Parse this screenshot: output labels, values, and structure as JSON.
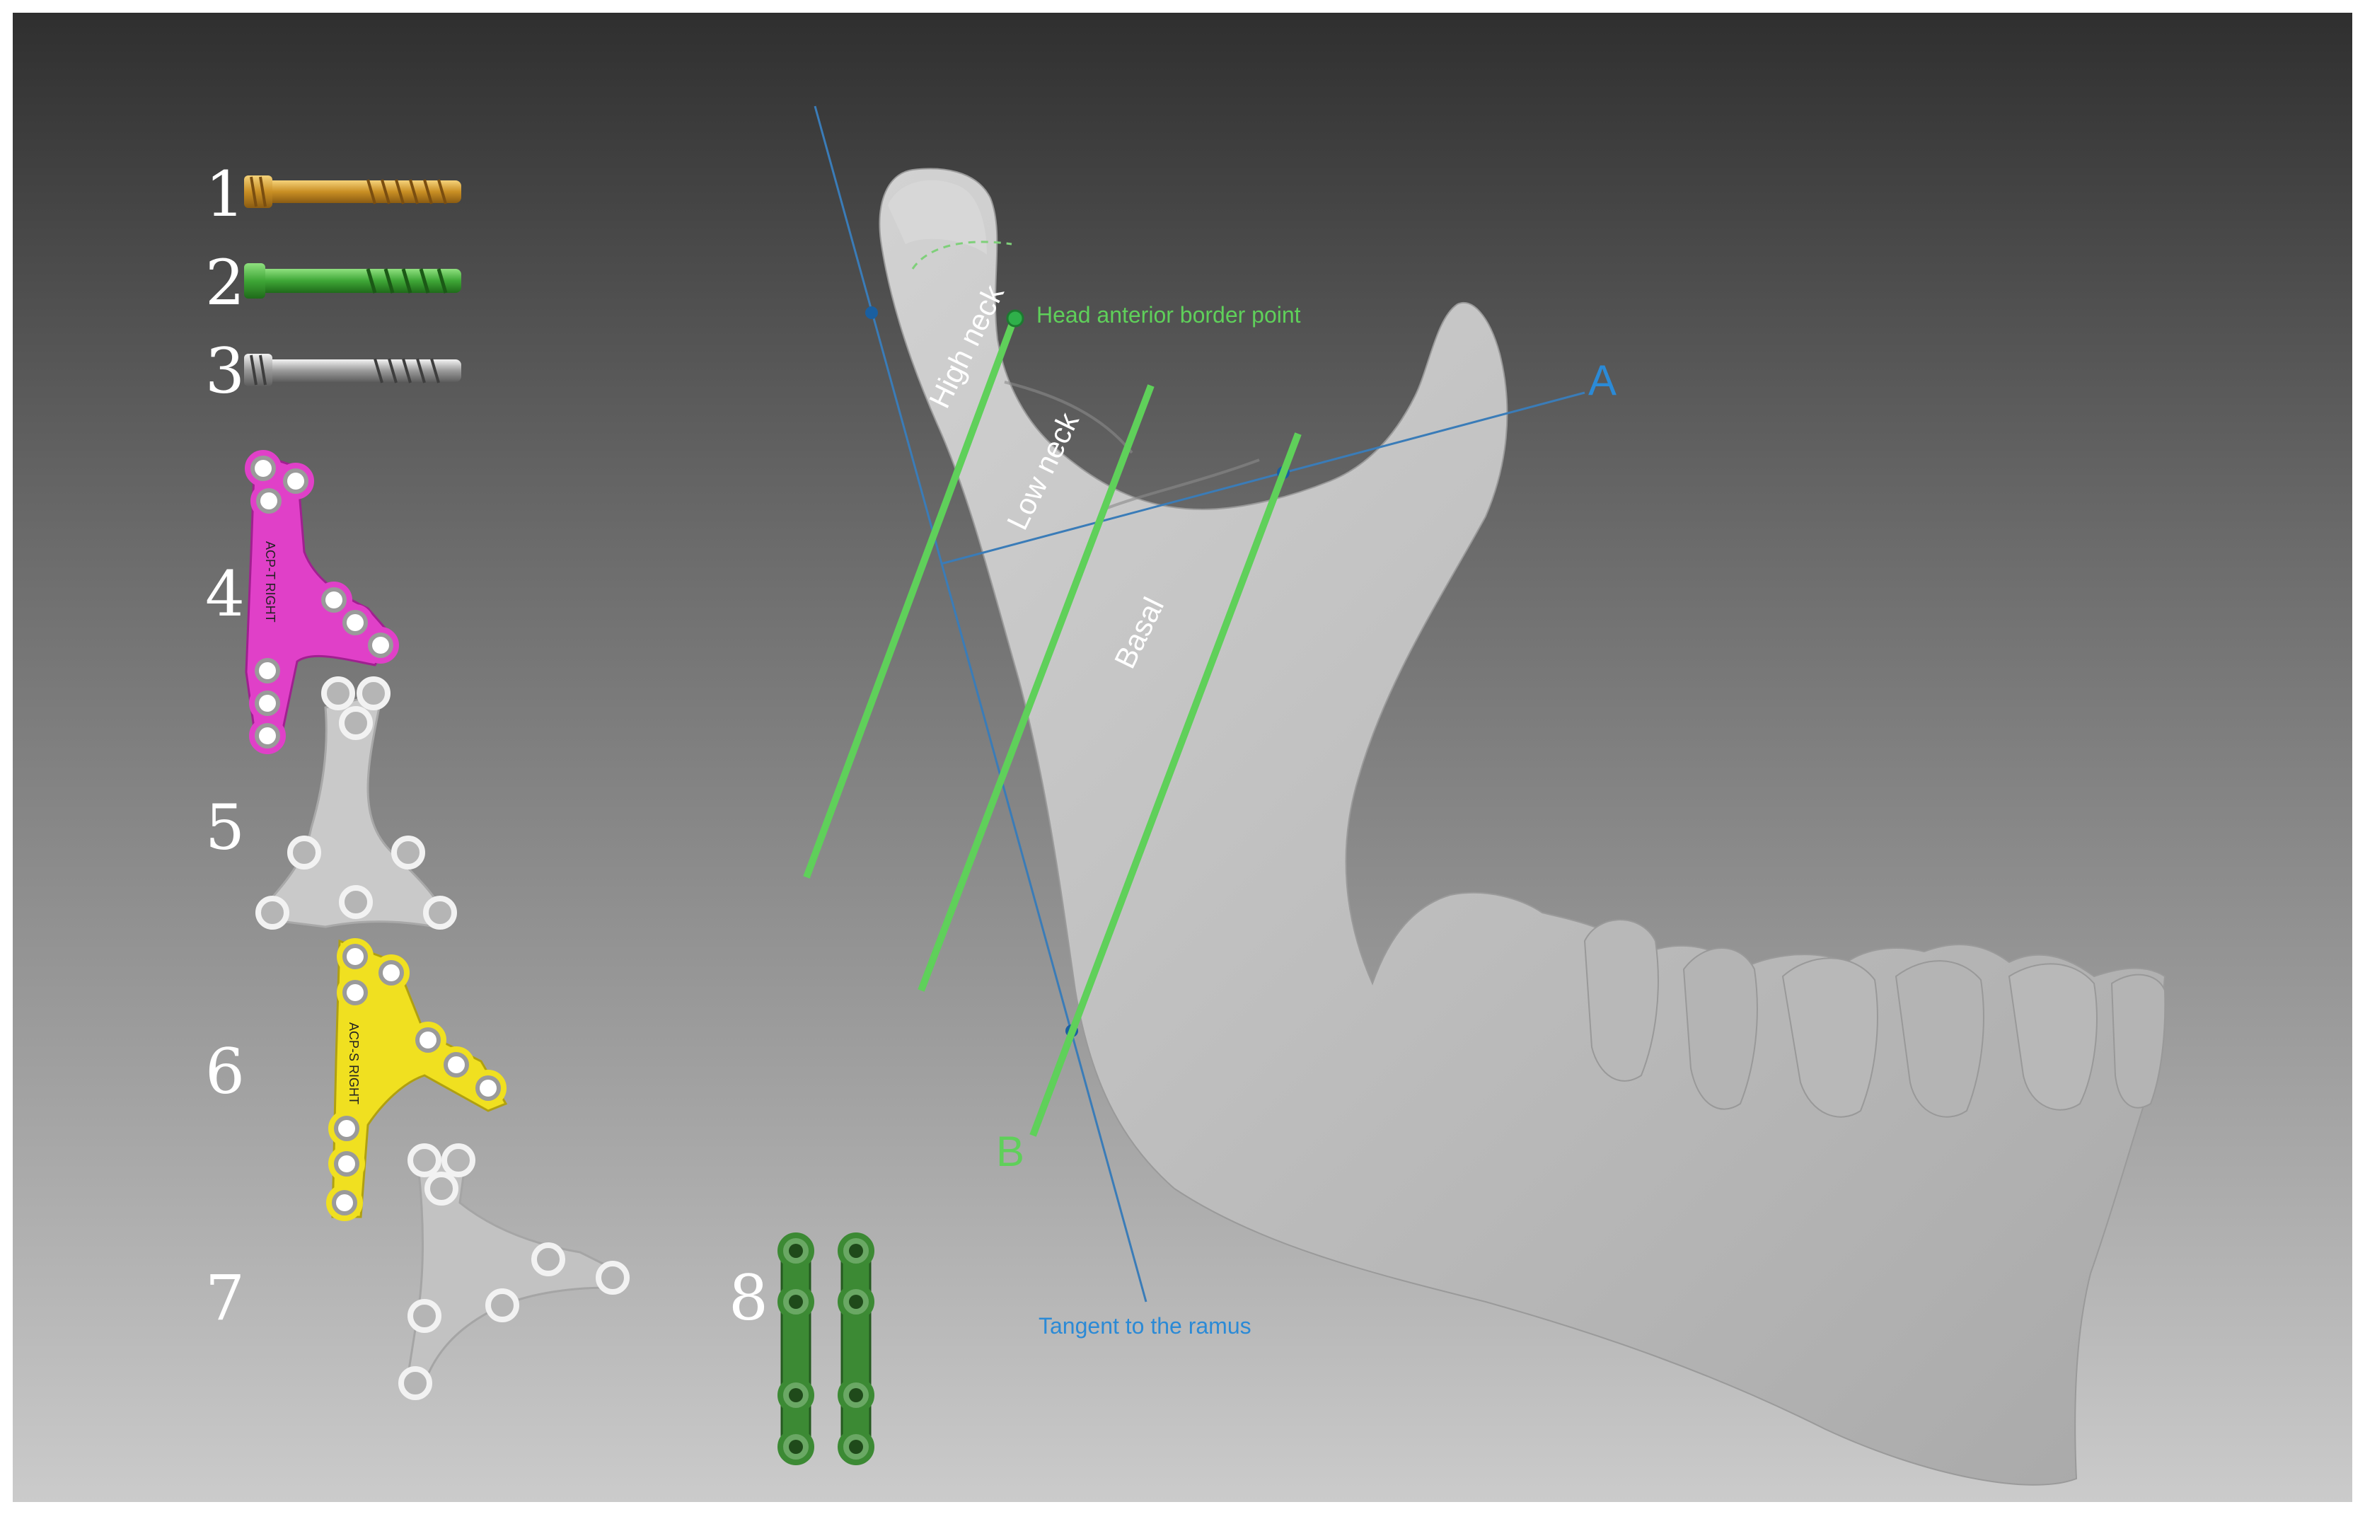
{
  "items": [
    {
      "num": "1",
      "kind": "screw",
      "color": "#d9a63a",
      "icon": "screw-gold-icon"
    },
    {
      "num": "2",
      "kind": "screw",
      "color": "#4fb84a",
      "icon": "screw-green-icon"
    },
    {
      "num": "3",
      "kind": "screw",
      "color": "#bfbfbf",
      "icon": "screw-silver-icon"
    },
    {
      "num": "4",
      "kind": "plate",
      "color": "#e040c8",
      "icon": "trapezoid-plate-magenta-icon",
      "engraving": "ACP-T RIGHT"
    },
    {
      "num": "5",
      "kind": "plate",
      "color": "#c8c8c8",
      "icon": "trapezoid-plate-grey-icon"
    },
    {
      "num": "6",
      "kind": "plate",
      "color": "#f0e020",
      "icon": "triangle-plate-yellow-icon",
      "engraving": "ACP-S RIGHT"
    },
    {
      "num": "7",
      "kind": "plate",
      "color": "#c8c8c8",
      "icon": "triangle-plate-grey-icon"
    },
    {
      "num": "8",
      "kind": "plate",
      "color": "#3c8a34",
      "icon": "straight-plates-green-icon"
    }
  ],
  "annotations": {
    "head_point": "Head anterior border point",
    "tangent": "Tangent to the ramus",
    "high_neck": "High neck",
    "low_neck": "Low neck",
    "basal": "Basal",
    "line_a": "A",
    "line_b": "B"
  },
  "colors": {
    "fracture_line": "#5fd05a",
    "reference_line": "#2b8ad6",
    "bone": "#c4c4c4",
    "bg_top": "#2f2f2f",
    "bg_bottom": "#c9c9c9"
  }
}
